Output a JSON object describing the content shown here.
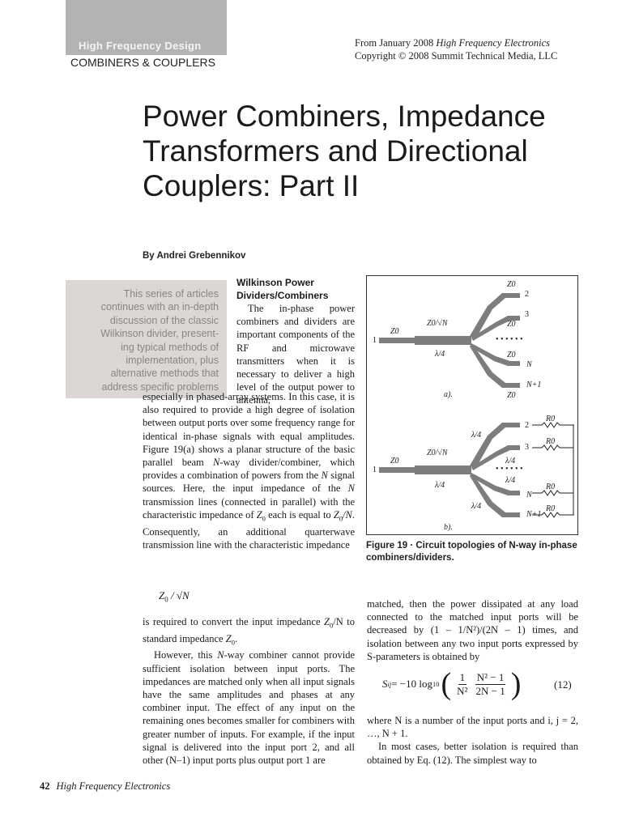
{
  "header": {
    "series": "High Frequency Design",
    "section": "COMBINERS & COUPLERS",
    "source_prefix": "From January 2008 ",
    "source_publication": "High Frequency Electronics",
    "copyright": "Copyright © 2008 Summit Technical Media, LLC"
  },
  "title": {
    "line1": "Power Combiners, Impedance",
    "line2": "Transformers and Directional",
    "line3": "Couplers: Part II"
  },
  "byline": "By Andrei Grebennikov",
  "pull_quote": {
    "lines": [
      "This series of articles",
      "continues with an in-depth",
      "discussion of the classic",
      "Wilkinson divider, present-",
      "ing typical methods of",
      "implementation, plus",
      "alternative methods that",
      "address specific problems"
    ]
  },
  "section": {
    "heading_line1": "Wilkinson Power",
    "heading_line2": "Dividers/Combiners"
  },
  "body": {
    "p1_start": "The in-phase power combiners and dividers are important components of the RF and microwave transmitters when it is necessary to deliver a high level of the output power to antenna,",
    "p1_cont_a": "especially in phased-array systems. In this case, it is also required to provide a high degree of isolation between output ports over some frequency range for identical in-phase signals with equal amplitudes. Figure 19(a) shows a planar structure of the basic parallel beam ",
    "p1_var_N1": "N",
    "p1_cont_b": "-way divider/combiner, which provides a combination of powers from the ",
    "p1_var_N2": "N",
    "p1_cont_c": " signal sources. Here, the input impedance of the ",
    "p1_var_N3": "N",
    "p1_cont_d": " transmission lines (connected in parallel) with the characteristic impedance of ",
    "p1_Z0": "Z",
    "p1_Z0_sub": "0",
    "p1_cont_e": " each is equal to ",
    "p1_Z0N": "Z",
    "p1_Z0N_sub": "0",
    "p1_Z0N_tail": "/N",
    "p1_cont_f": ". Consequently, an additional quarterwave transmission line with the characteristic impedance",
    "eq_inline_Z": "Z",
    "eq_inline_sub": "0",
    "eq_inline_tail": " / √N",
    "p2_a": "is required to convert the input impedance ",
    "p2_Z": "Z",
    "p2_Z_sub": "0",
    "p2_b": "/N to standard impedance ",
    "p2_Z2": "Z",
    "p2_Z2_sub": "0",
    "p2_c": ".",
    "p3_a": "However, this ",
    "p3_N": "N",
    "p3_b": "-way combiner cannot provide sufficient isolation between input ports. The impedances are matched only when all input signals have the same amplitudes and phases at any combiner input. The effect of any input on the remaining ones becomes smaller for combiners with greater number of inputs. For example, if the input signal is delivered into the input port 2, and all other (N–1) input ports plus output port 1 are",
    "col2_p1": "matched, then the power dissipated at any load connected to the matched input ports will be decreased by (1 – 1/N²)/(2N – 1) times, and isolation between any two input ports expressed by S-parameters is obtained by",
    "col2_p2": "where N is a number of the input ports and i, j = 2, …, N + 1.",
    "col2_p3": "In most cases, better isolation is required than obtained by Eq. (12). The simplest way to"
  },
  "equation12": {
    "lhs_S": "S",
    "lhs_sub": "ij",
    "eq_sign": " = −10 log",
    "log_base": "10",
    "frac1_num": "1",
    "frac1_den": "N²",
    "frac2_num": "N² − 1",
    "frac2_den": "2N − 1",
    "number": "(12)"
  },
  "figure": {
    "caption_label": "Figure 19",
    "caption_sep": " · ",
    "caption_text": "Circuit topologies of N-way in-phase combiners/dividers.",
    "a": {
      "panel": "a).",
      "port_in": "1",
      "Z0_in": "Z0",
      "transformer": "Z0/√N",
      "lambda": "λ/4",
      "ports": [
        "2",
        "3",
        "N",
        "N+1"
      ],
      "Z0_labels": [
        "Z0",
        "Z0",
        "Z0",
        "Z0"
      ],
      "dots": "• • • • • •"
    },
    "b": {
      "panel": "b).",
      "port_in": "1",
      "Z0_in": "Z0",
      "transformer": "Z0/√N",
      "lambda": "λ/4",
      "ports": [
        "2",
        "3",
        "N",
        "N+1"
      ],
      "resistor": "R0",
      "dots": "• • • • • •"
    }
  },
  "footer": {
    "page": "42",
    "publication": "High Frequency Electronics"
  }
}
